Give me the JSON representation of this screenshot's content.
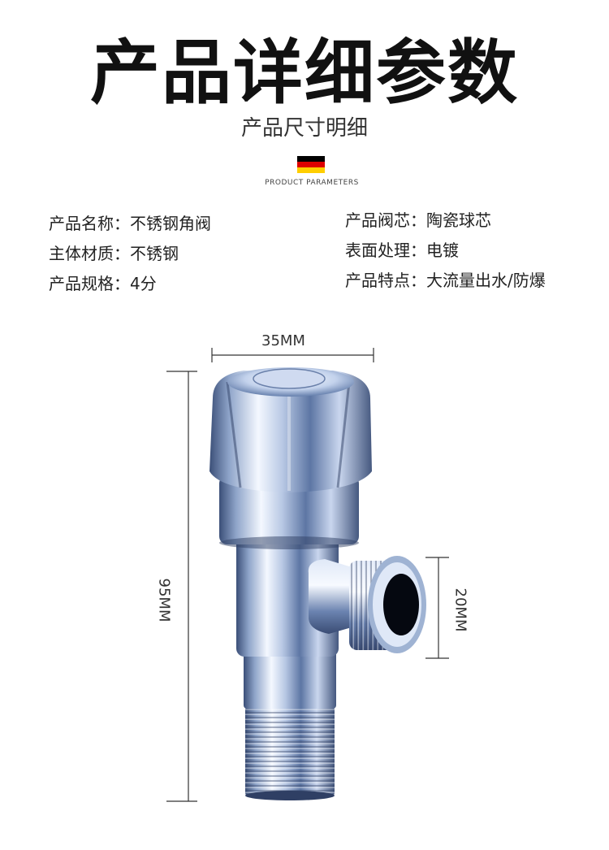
{
  "header": {
    "title": "产品详细参数",
    "subtitle": "产品尺寸明细",
    "flag_caption": "PRODUCT PARAMETERS"
  },
  "colors": {
    "flag_black": "#000000",
    "flag_red": "#dd0000",
    "flag_gold": "#ffce00",
    "chrome_light": "#e8f0fb",
    "chrome_mid": "#9fb3d3",
    "chrome_dark": "#3b4f78"
  },
  "specs": {
    "left": [
      {
        "key": "产品名称：",
        "value": "不锈钢角阀"
      },
      {
        "key": "主体材质：",
        "value": "不锈钢"
      },
      {
        "key": "产品规格：",
        "value": "4分"
      }
    ],
    "right": [
      {
        "key": "产品阀芯：",
        "value": "陶瓷球芯"
      },
      {
        "key": "表面处理：",
        "value": "电镀"
      },
      {
        "key": "产品特点：",
        "value": "大流量出水/防爆"
      }
    ]
  },
  "dimensions": {
    "width": "35MM",
    "height": "95MM",
    "outlet": "20MM"
  },
  "image": {
    "subject": "chrome angle valve"
  }
}
